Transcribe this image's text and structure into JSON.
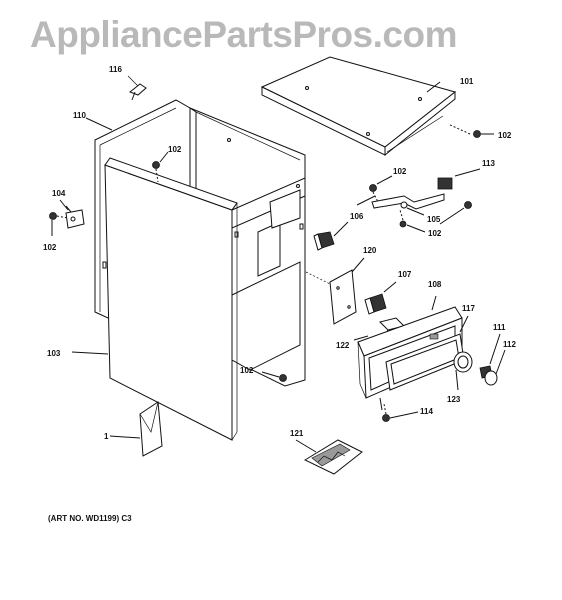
{
  "watermark": "AppliancePartsPros.com",
  "art_number": "(ART NO. WD1199) C3",
  "callouts": {
    "c116": "116",
    "c101": "101",
    "c110": "110",
    "c102a": "102",
    "c102b": "102",
    "c102c": "102",
    "c102d": "102",
    "c113": "113",
    "c104": "104",
    "c102e": "102",
    "c105": "105",
    "c106": "106",
    "c120": "120",
    "c107": "107",
    "c108": "108",
    "c117": "117",
    "c111": "111",
    "c112": "112",
    "c122": "122",
    "c103": "103",
    "c102f": "102",
    "c123": "123",
    "c114": "114",
    "c1": "1",
    "c121": "121"
  }
}
